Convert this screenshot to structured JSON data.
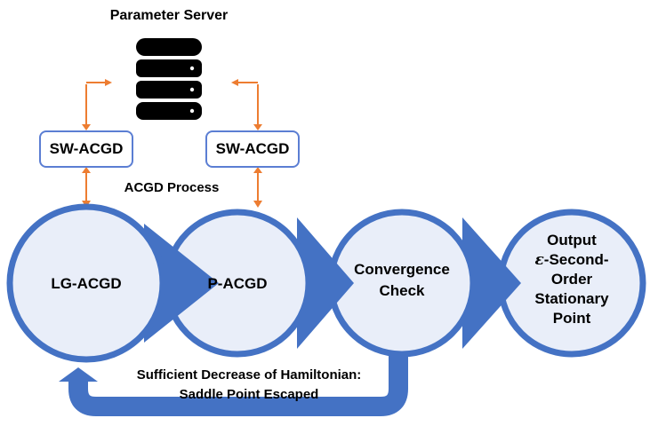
{
  "title": "Parameter Server",
  "worker_left": "SW-ACGD",
  "worker_right": "SW-ACGD",
  "process_label": "ACGD Process",
  "stage_lg": "LG-ACGD",
  "stage_p": "P-ACGD",
  "stage_conv_line1": "Convergence",
  "stage_conv_line2": "Check",
  "output_line1": "Output",
  "output_symbol": "ε",
  "output_line2": "-Second-",
  "output_line3": "Order",
  "output_line4": "Stationary",
  "output_line5": "Point",
  "feedback_line1": "Sufficient Decrease of Hamiltonian:",
  "feedback_line2": "Saddle Point Escaped",
  "colors": {
    "circle_fill": "#e9eef9",
    "circle_stroke": "#4472c4",
    "box_border": "#5b7ed3",
    "arrow_orange": "#ed7d31",
    "feedback_arrow": "#4472c4",
    "database": "#000000"
  },
  "icons": [
    "database-icon"
  ]
}
